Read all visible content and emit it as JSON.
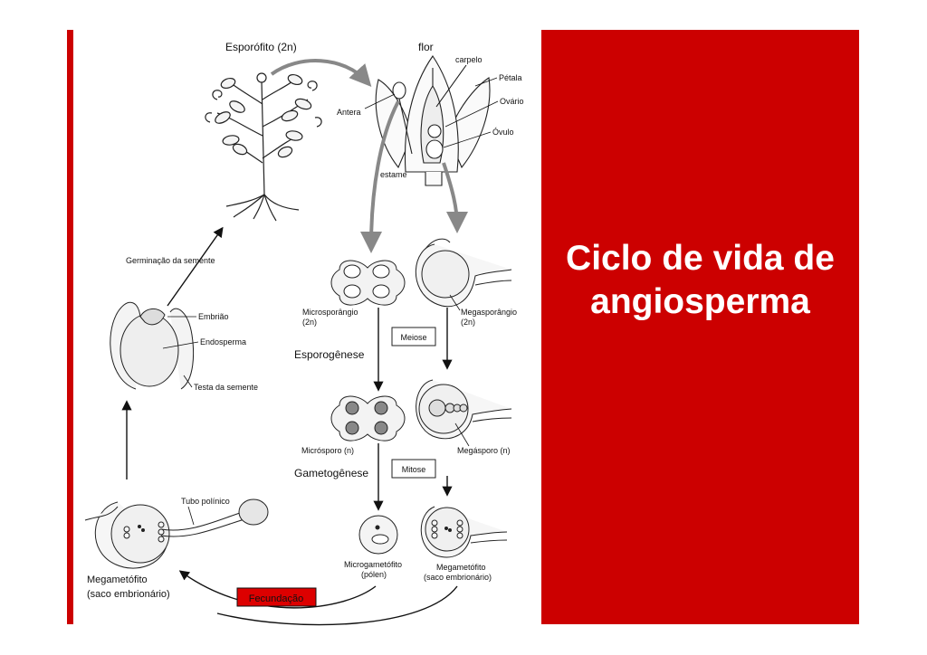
{
  "slide": {
    "title_line1": "Ciclo de vida de",
    "title_line2": "angiosperma",
    "accent_color": "#cc0000"
  },
  "diagram": {
    "labels": {
      "sporophyte": "Esporófito (2n)",
      "flower": "flor",
      "carpel": "carpelo",
      "petal": "Pétala",
      "ovary": "Ovário",
      "ovule": "Óvulo",
      "anther": "Antera",
      "stamen": "estame",
      "germination": "Germinação da semente",
      "embryo": "Embrião",
      "endosperm": "Endosperma",
      "seed_coat": "Testa da semente",
      "microsporangium": "Microsporângio",
      "microsporangium_ploidy": "(2n)",
      "megasporangium": "Megasporângio",
      "megasporangium_ploidy": "(2n)",
      "meiosis": "Meiose",
      "sporogenesis": "Esporogênese",
      "microspore": "Micrósporo (n)",
      "megaspore": "Megásporo (n)",
      "gametogenesis": "Gametogênese",
      "mitosis": "Mitose",
      "pollen_tube": "Tubo polínico",
      "microgametophyte": "Microgametófito",
      "pollen": "(pólen)",
      "megagametophyte_small": "Megametófito",
      "embryo_sac_small": "(saco embrionário)",
      "megagametophyte_big": "Megametófito",
      "embryo_sac_big": "(saco embrionário)",
      "fertilization": "Fecundação"
    }
  }
}
